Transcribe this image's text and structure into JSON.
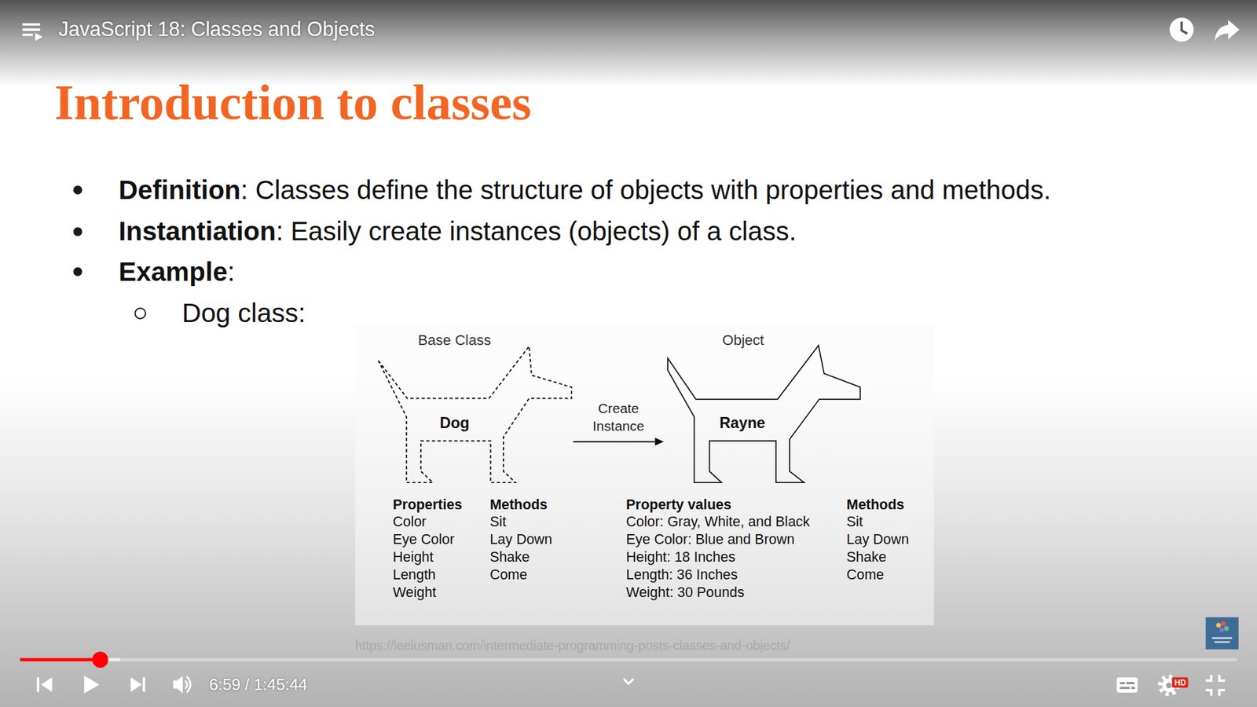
{
  "diagram": {
    "title": "Introduction to classes",
    "nodes": [
      {
        "text": [
          "Base Class",
          "Dog"
        ]
      },
      {
        "text": [
          "Object",
          "Rayne"
        ]
      }
    ],
    "edges": [
      {
        "from": 0,
        "to": 1,
        "arrow": "to",
        "label": "Create Instance"
      }
    ],
    "labels": [
      "JavaScript 18: Classes and Objects",
      "Definition",
      ": Classes define the structure of objects with properties and methods.",
      "Instantiation",
      ": Easily create instances (objects) of a class.",
      "Example",
      ":",
      "Dog class:",
      "Properties",
      "Color",
      "Eye Color",
      "Height",
      "Length",
      "Weight",
      "Methods",
      "Sit",
      "Lay Down",
      "Shake",
      "Come",
      "Property values",
      "Color: Gray, White, and Black",
      "Eye Color: Blue and Brown",
      "Height: 18 Inches",
      "Length: 36 Inches",
      "Weight: 30 Pounds",
      "Methods",
      "Sit",
      "Lay Down",
      "Shake",
      "Come",
      "https://leelusman.com/intermediate-programming-posts-classes-and-objects/",
      "6:59 / 1:45:44",
      "HD"
    ]
  }
}
